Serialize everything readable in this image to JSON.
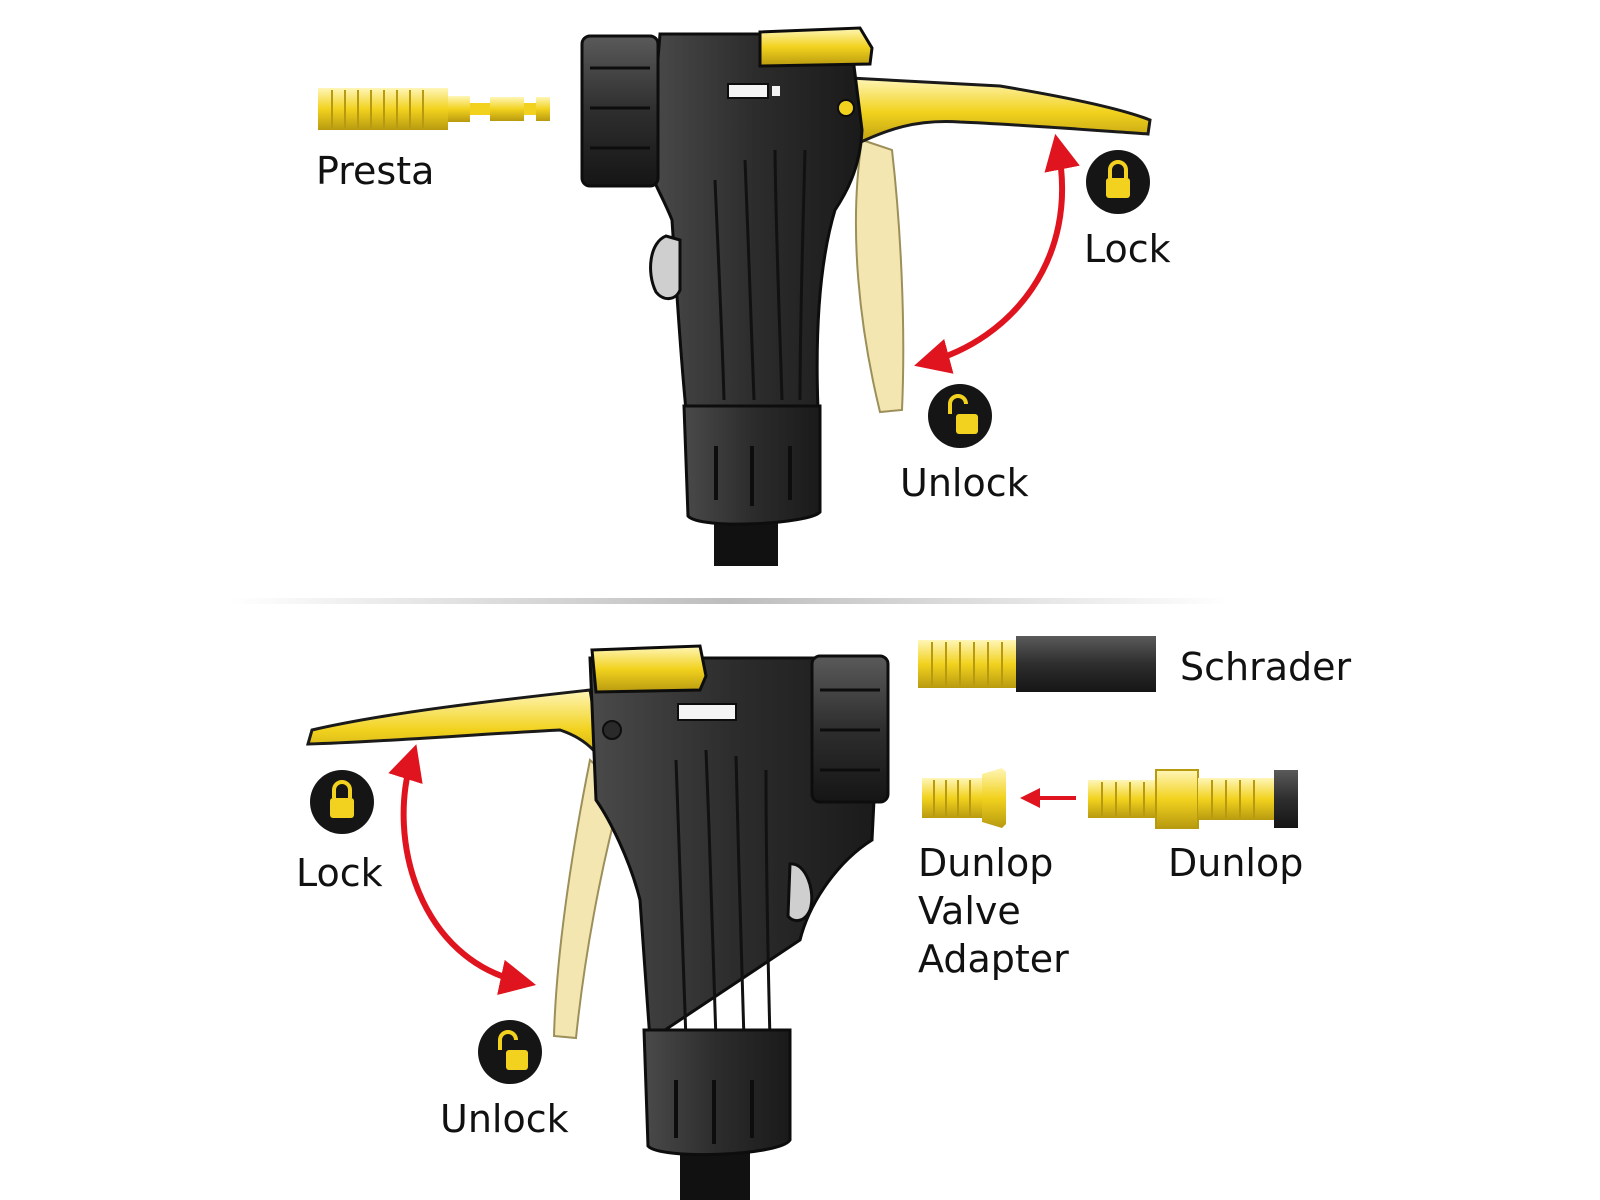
{
  "top_panel": {
    "valve_label": "Presta",
    "lock_label": "Lock",
    "unlock_label": "Unlock"
  },
  "bottom_panel": {
    "lock_label": "Lock",
    "unlock_label": "Unlock",
    "schrader_label": "Schrader",
    "dunlop_label": "Dunlop",
    "adapter_label_lines": [
      "Dunlop",
      "Valve",
      "Adapter"
    ]
  },
  "icons": {
    "lock": "padlock-closed-icon",
    "unlock": "padlock-open-icon",
    "arrow": "curved-double-arrow-icon"
  },
  "colors": {
    "yellow": "#F2D21E",
    "dark_yellow": "#B89A10",
    "cream": "#F4E6B0",
    "head_body": "#2D2D2D",
    "head_outline": "#0D0D0D",
    "arrow_red": "#E0141E",
    "badge": "#151515",
    "divider": "#CCCCCC"
  }
}
